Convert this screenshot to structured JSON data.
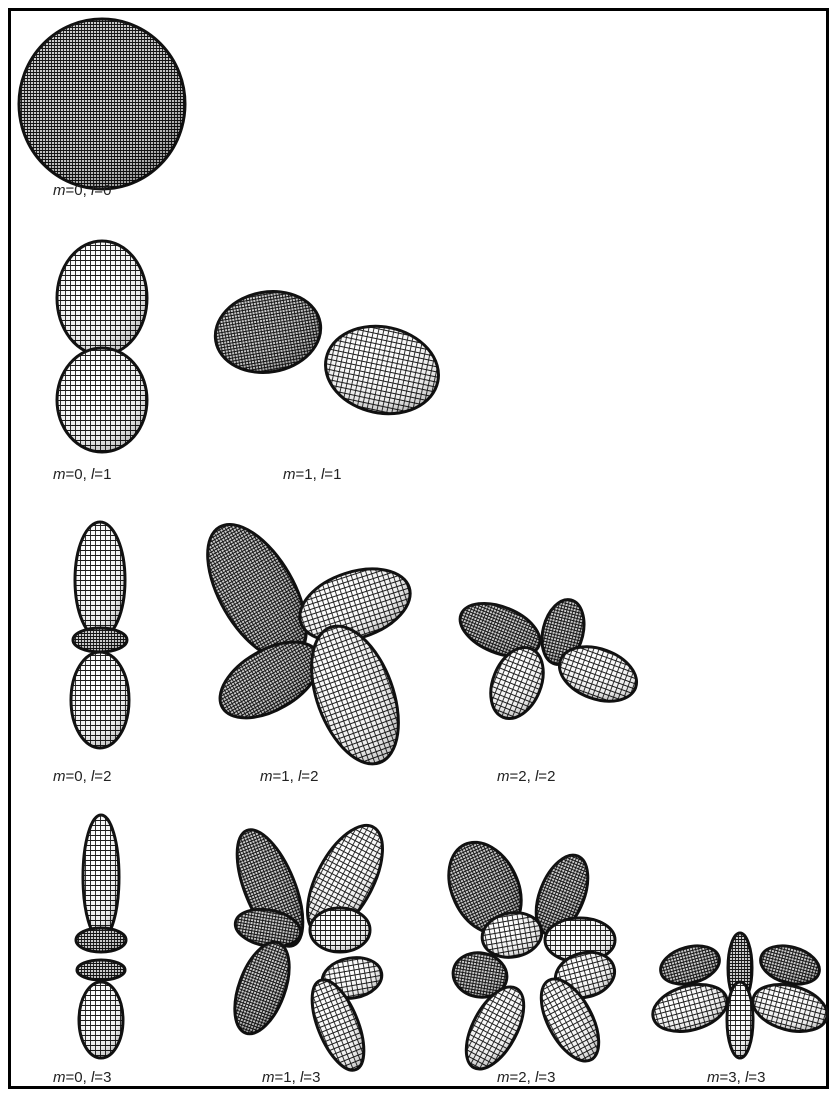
{
  "figure": {
    "border_color": "#000000",
    "mesh_color": "#1a1a1a",
    "plots": [
      {
        "m": "0",
        "l": "0",
        "m_label": "m",
        "l_label": "l",
        "eq": "=",
        "sep": ", "
      },
      {
        "m": "0",
        "l": "1",
        "m_label": "m",
        "l_label": "l",
        "eq": "=",
        "sep": ", "
      },
      {
        "m": "1",
        "l": "1",
        "m_label": "m",
        "l_label": "l",
        "eq": "=",
        "sep": ", "
      },
      {
        "m": "0",
        "l": "2",
        "m_label": "m",
        "l_label": "l",
        "eq": "=",
        "sep": ", "
      },
      {
        "m": "1",
        "l": "2",
        "m_label": "m",
        "l_label": "l",
        "eq": "=",
        "sep": ", "
      },
      {
        "m": "2",
        "l": "2",
        "m_label": "m",
        "l_label": "l",
        "eq": "=",
        "sep": ", "
      },
      {
        "m": "0",
        "l": "3",
        "m_label": "m",
        "l_label": "l",
        "eq": "=",
        "sep": ", "
      },
      {
        "m": "1",
        "l": "3",
        "m_label": "m",
        "l_label": "l",
        "eq": "=",
        "sep": ", "
      },
      {
        "m": "2",
        "l": "3",
        "m_label": "m",
        "l_label": "l",
        "eq": "=",
        "sep": ", "
      },
      {
        "m": "3",
        "l": "3",
        "m_label": "m",
        "l_label": "l",
        "eq": "=",
        "sep": ", "
      }
    ]
  }
}
